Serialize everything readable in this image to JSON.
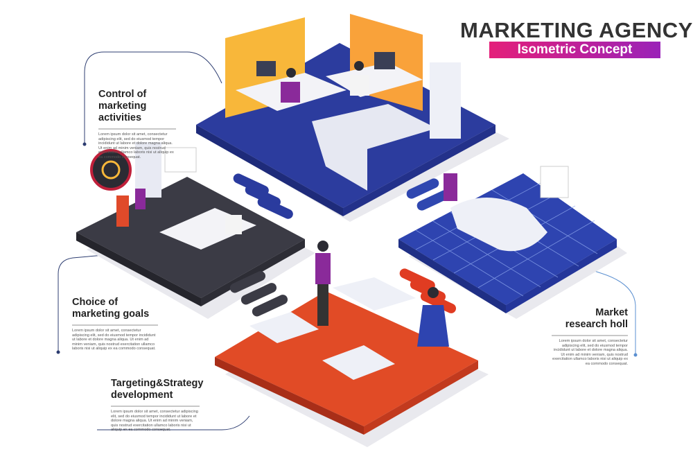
{
  "header": {
    "title": "MARKETING AGENCY",
    "subtitle": "Isometric Concept",
    "banner_colors": [
      "#e4207a",
      "#9a22b8"
    ]
  },
  "sections": [
    {
      "title": "Control of marketing activities",
      "body": "Lorem ipsum dolor sit amet, consectetur adipiscing elit, sed do eiusmod tempor incididunt ut labore et dolore magna aliqua. Ut enim ad minim veniam, quis nostrud exercitation ullamco laboris nisi ut aliquip ex ea commodo consequat."
    },
    {
      "title": "Choice of marketing goals",
      "body": "Lorem ipsum dolor sit amet, consectetur adipiscing elit, sed do eiusmod tempor incididunt ut labore et dolore magna aliqua. Ut enim ad minim veniam, quis nostrud exercitation ullamco laboris nisi ut aliquip ex ea commodo consequat."
    },
    {
      "title": "Targeting&Strategy development",
      "body": "Lorem ipsum dolor sit amet, consectetur adipiscing elit, sed do eiusmod tempor incididunt ut labore et dolore magna aliqua. Ut enim ad minim veniam, quis nostrud exercitation ullamco laboris nisi ut aliquip ex ea commodo consequat."
    },
    {
      "title": "Market research holl",
      "body": "Lorem ipsum dolor sit amet, consectetur adipiscing elit, sed do eiusmod tempor incididunt ut labore et dolore magna aliqua. Ut enim ad minim veniam, quis nostrud exercitation ullamco laboris nisi ut aliquip ex ea commodo consequat."
    }
  ],
  "colors": {
    "blue_floor": "#2c3c9e",
    "dark_floor": "#3b3b45",
    "grid_floor": "#2e44b0",
    "red_floor": "#e14b26",
    "accent_yellow": "#f8b73a"
  }
}
